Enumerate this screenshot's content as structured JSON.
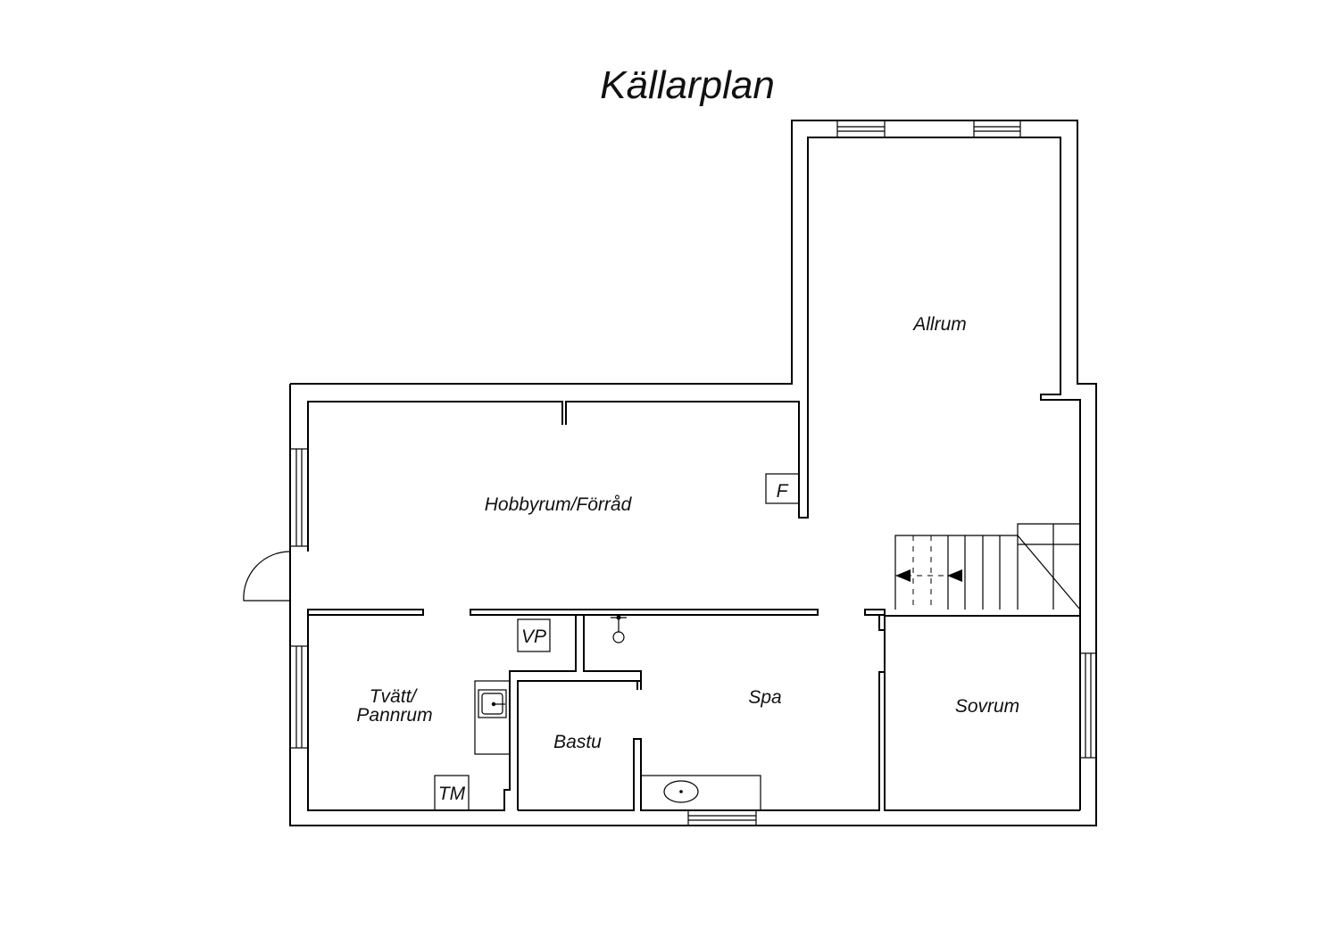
{
  "title": "Källarplan",
  "rooms": {
    "allrum": "Allrum",
    "hobbyrum": "Hobbyrum/Förråd",
    "tvatt_line1": "Tvätt/",
    "tvatt_line2": "Pannrum",
    "bastu": "Bastu",
    "spa": "Spa",
    "sovrum": "Sovrum"
  },
  "fixtures": {
    "f": "F",
    "vp": "VP",
    "tm": "TM"
  }
}
